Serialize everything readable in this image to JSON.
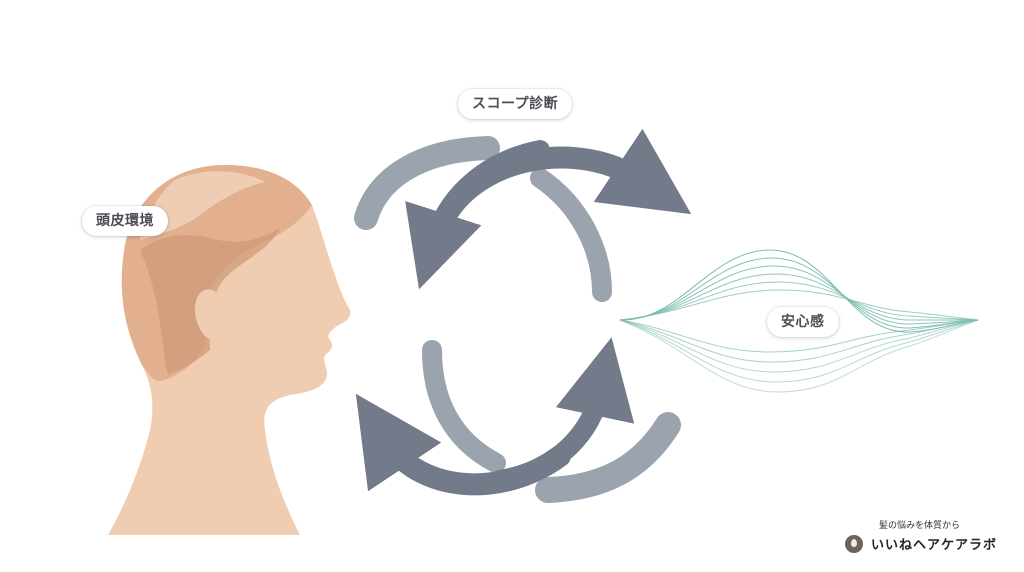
{
  "labels": {
    "scope_diagnosis": "スコープ診断",
    "scalp_environment": "頭皮環境",
    "peace_of_mind": "安心感"
  },
  "brand": {
    "tagline": "髪の悩みを体質から",
    "name": "いいねヘアケアラボ"
  },
  "colors": {
    "background": "#ffffff",
    "skin_light": "#f0cdb1",
    "skin_mid": "#e2b08e",
    "skin_dark": "#cf9a78",
    "arrow_dark": "#737b8b",
    "arrow_light": "#9aa3ae",
    "wave": "#7cbcb0"
  }
}
